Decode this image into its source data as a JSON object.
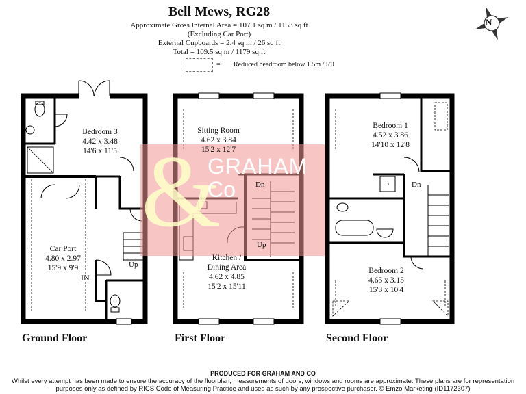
{
  "header": {
    "title": "Bell Mews, RG28",
    "line1": "Approximate Gross Internal Area = 107.1 sq m / 1153 sq ft",
    "line2": "(Excluding Car Port)",
    "line3": "External Cupboards = 2.4 sq m / 26 sq ft",
    "line4": "Total = 109.5 sq m / 1179 sq ft"
  },
  "legend": {
    "eq": "=",
    "text": "Reduced headroom below 1.5m / 5'0"
  },
  "compass": {
    "letter": "N"
  },
  "ground_floor": {
    "label": "Ground Floor",
    "bedroom3": {
      "name": "Bedroom 3",
      "metric": "4.42 x 3.48",
      "imperial": "14'6 x 11'5"
    },
    "carport": {
      "name": "Car Port",
      "metric": "4.80 x 2.97",
      "imperial": "15'9 x 9'9"
    },
    "in_label": "IN",
    "up_label": "Up"
  },
  "first_floor": {
    "label": "First Floor",
    "sitting": {
      "name": "Sitting Room",
      "metric": "4.62 x 3.84",
      "imperial": "15'2 x 12'7"
    },
    "kitchen": {
      "name1": "Kitchen /",
      "name2": "Dining Area",
      "metric": "4.62 x 4.85",
      "imperial": "15'2 x 15'11"
    },
    "dn_label": "Dn",
    "up_label": "Up"
  },
  "second_floor": {
    "label": "Second Floor",
    "bedroom1": {
      "name": "Bedroom 1",
      "metric": "4.52 x 3.86",
      "imperial": "14'10 x 12'8"
    },
    "bedroom2": {
      "name": "Bedroom 2",
      "metric": "4.65 x 3.15",
      "imperial": "15'3 x 10'4"
    },
    "dn_label": "Dn",
    "b_label": "B"
  },
  "watermark": {
    "line1": "GRAHAM",
    "line2": "Co",
    "amp": "&"
  },
  "footer": {
    "produced": "PRODUCED FOR GRAHAM AND CO",
    "line1": "Whilst every attempt has been made to ensure the accuracy of the floorplan, measurements of doors, windows and rooms are approximate. These plans are for representation",
    "line2": "purposes only as defined by RICS Code of Measuring Practice and used as such by any prospective purchaser. © Emzo Marketing (ID1172307)"
  }
}
